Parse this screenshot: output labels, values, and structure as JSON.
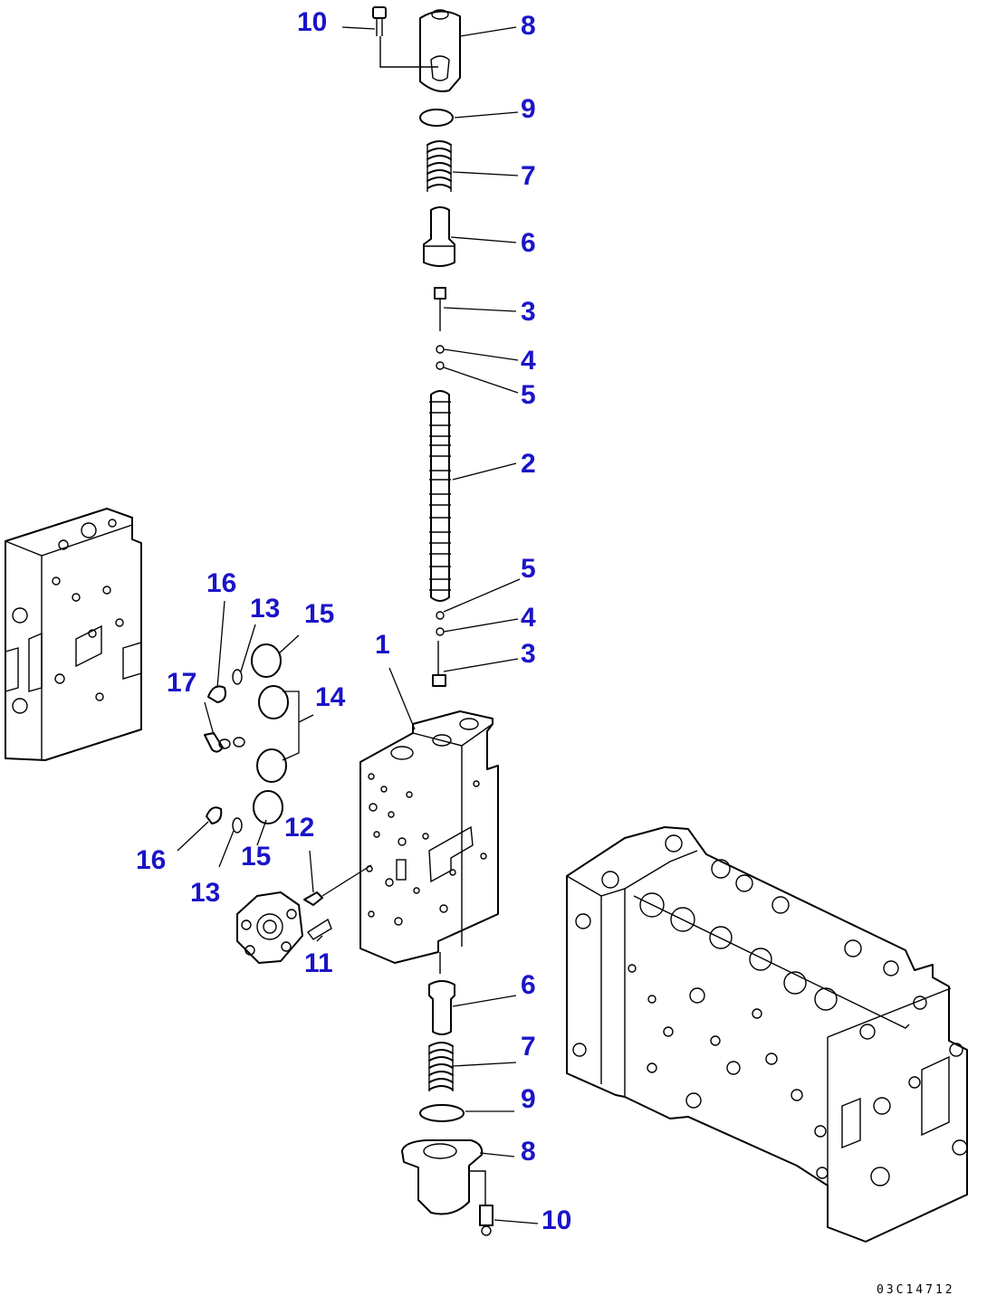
{
  "figure_code": "03C14712",
  "callouts": [
    {
      "id": "c-top-10",
      "text": "10"
    },
    {
      "id": "c-top-8",
      "text": "8"
    },
    {
      "id": "c-top-9",
      "text": "9"
    },
    {
      "id": "c-top-7",
      "text": "7"
    },
    {
      "id": "c-top-6",
      "text": "6"
    },
    {
      "id": "c-top-3",
      "text": "3"
    },
    {
      "id": "c-top-4",
      "text": "4"
    },
    {
      "id": "c-top-5",
      "text": "5"
    },
    {
      "id": "c-spool-2",
      "text": "2"
    },
    {
      "id": "c-mid-5",
      "text": "5"
    },
    {
      "id": "c-mid-4",
      "text": "4"
    },
    {
      "id": "c-mid-3",
      "text": "3"
    },
    {
      "id": "c-body-1",
      "text": "1"
    },
    {
      "id": "c-16a",
      "text": "16"
    },
    {
      "id": "c-13a",
      "text": "13"
    },
    {
      "id": "c-15a",
      "text": "15"
    },
    {
      "id": "c-17",
      "text": "17"
    },
    {
      "id": "c-14",
      "text": "14"
    },
    {
      "id": "c-16b",
      "text": "16"
    },
    {
      "id": "c-15b",
      "text": "15"
    },
    {
      "id": "c-12",
      "text": "12"
    },
    {
      "id": "c-13b",
      "text": "13"
    },
    {
      "id": "c-11",
      "text": "11"
    },
    {
      "id": "c-bot-6",
      "text": "6"
    },
    {
      "id": "c-bot-7",
      "text": "7"
    },
    {
      "id": "c-bot-9",
      "text": "9"
    },
    {
      "id": "c-bot-8",
      "text": "8"
    },
    {
      "id": "c-bot-10",
      "text": "10"
    }
  ]
}
